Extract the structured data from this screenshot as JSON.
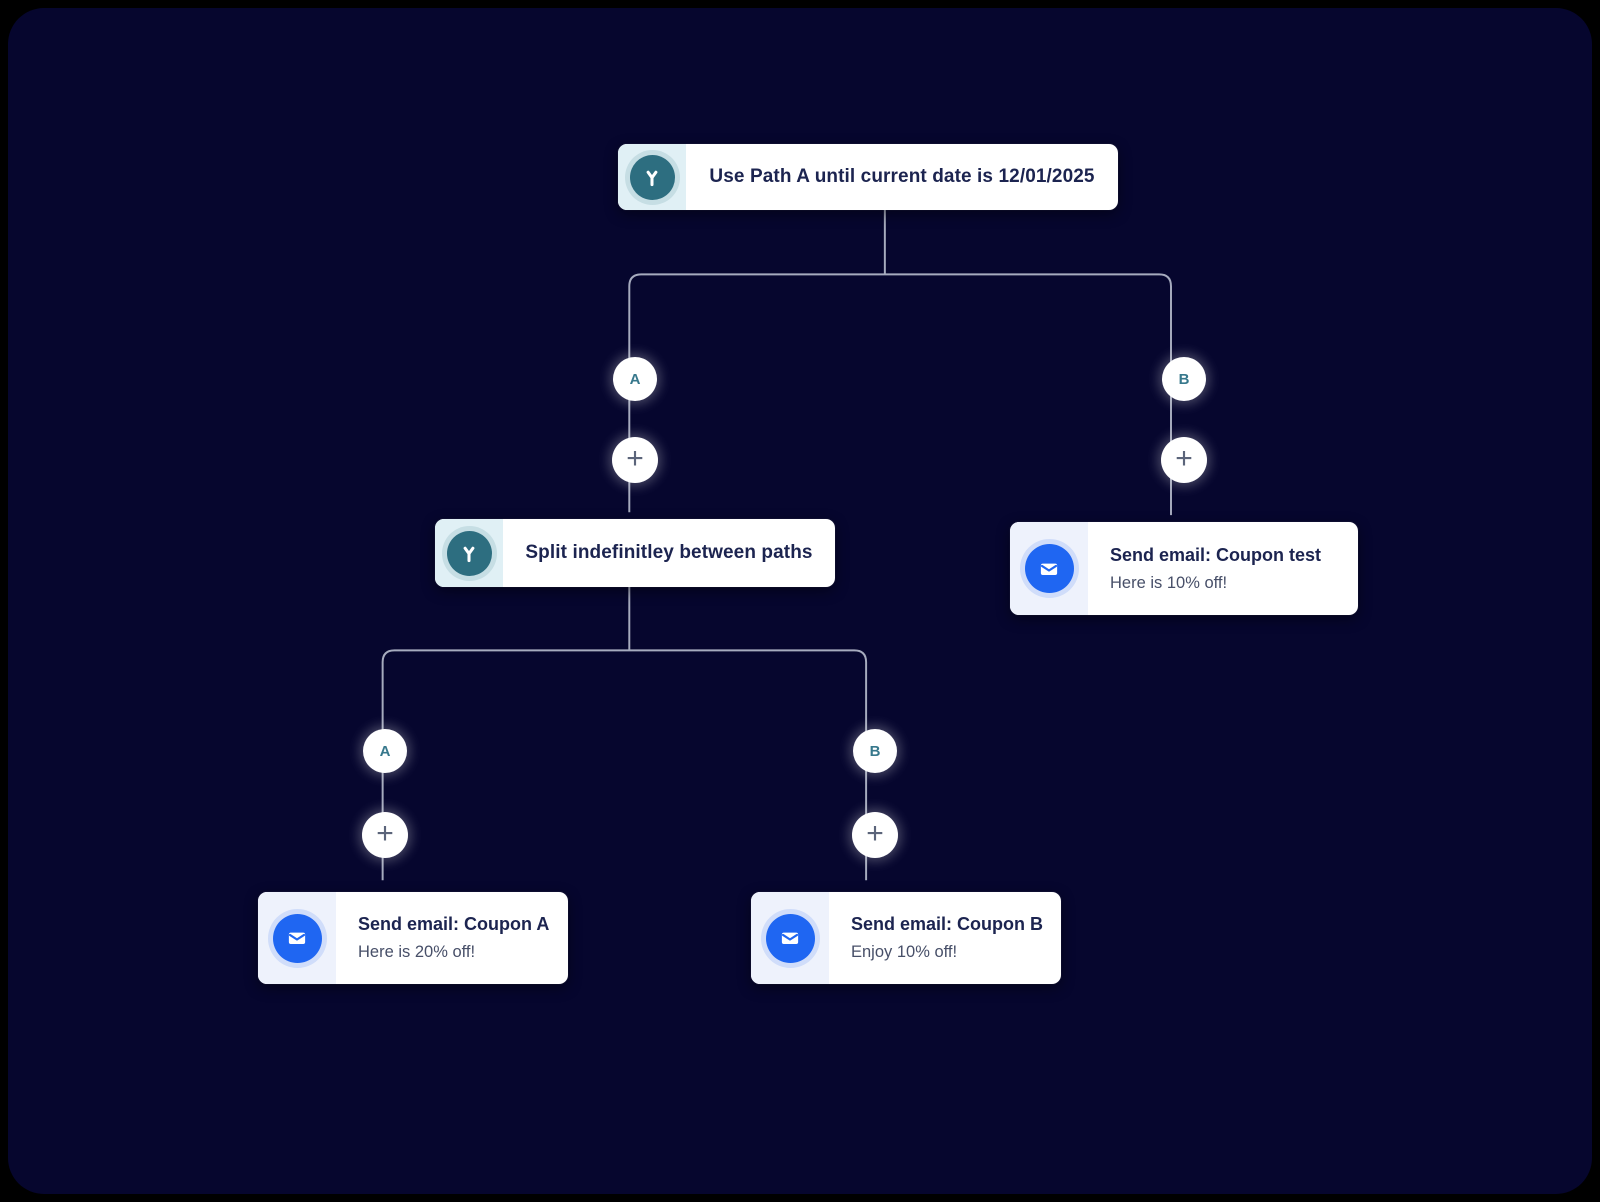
{
  "labels": {
    "path_a": "A",
    "path_b": "B",
    "add": "+"
  },
  "nodes": {
    "root": {
      "title": "Use Path A until current date is 12/01/2025",
      "icon": "split-branch-icon"
    },
    "split": {
      "title": "Split indefinitley between paths",
      "icon": "split-branch-icon"
    },
    "email_test": {
      "title": "Send email: Coupon test",
      "subtitle": "Here is 10% off!",
      "icon": "email-envelope-icon"
    },
    "email_a": {
      "title": "Send email: Coupon A",
      "subtitle": "Here is 20% off!",
      "icon": "email-envelope-icon"
    },
    "email_b": {
      "title": "Send email: Coupon B",
      "subtitle": "Enjoy 10% off!",
      "icon": "email-envelope-icon"
    }
  },
  "colors": {
    "outer_background": "#000000",
    "canvas_background": "#06062e",
    "card_background": "#ffffff",
    "title_text": "#1c2450",
    "subtitle_text": "#474f68",
    "split_accent": "#2d6e80",
    "split_icon_area": "#e0f0f5",
    "email_accent": "#1f66f2",
    "email_icon_area": "#eef2fc",
    "connector": "#a6abbe",
    "badge_letter": "#37788c",
    "plus_glyph": "#5b647a"
  }
}
